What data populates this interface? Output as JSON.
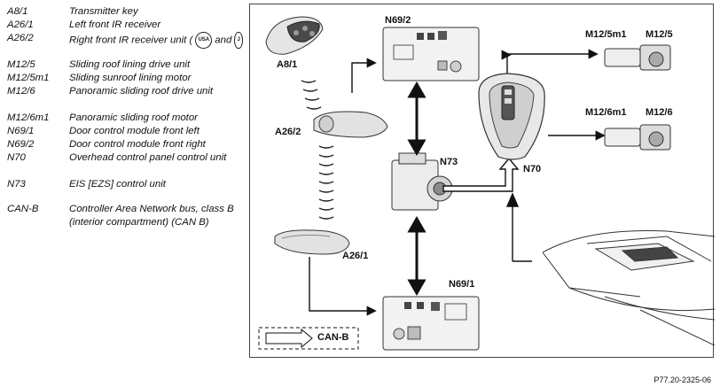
{
  "legend": [
    {
      "code": "A8/1",
      "desc": "Transmitter key"
    },
    {
      "code": "A26/1",
      "desc": "Left front IR receiver"
    },
    {
      "code": "A26/2",
      "desc": "Right front IR receiver unit (",
      "desc2": "and"
    },
    {
      "code": "M12/5",
      "desc": "Sliding roof lining drive unit"
    },
    {
      "code": "M12/5m1",
      "desc": "Sliding sunroof lining motor"
    },
    {
      "code": "M12/6",
      "desc": "Panoramic sliding roof drive unit"
    },
    {
      "code": "M12/6m1",
      "desc": "Panoramic sliding roof motor"
    },
    {
      "code": "N69/1",
      "desc": "Door control module front left"
    },
    {
      "code": "N69/2",
      "desc": "Door control module front right"
    },
    {
      "code": "N70",
      "desc": "Overhead control panel control unit"
    },
    {
      "code": "N73",
      "desc": "EIS [EZS] control unit"
    },
    {
      "code": "CAN-B",
      "desc": "Controller Area Network bus, class B (interior compartment) (CAN B)"
    }
  ],
  "badges": {
    "usa": "USA",
    "other": "J"
  },
  "diagram": {
    "labels": {
      "n69_2": "N69/2",
      "a8_1": "A8/1",
      "a26_2": "A26/2",
      "n73": "N73",
      "a26_1": "A26/1",
      "n69_1": "N69/1",
      "n70": "N70",
      "m12_5m1": "M12/5m1",
      "m12_5": "M12/5",
      "m12_6m1": "M12/6m1",
      "m12_6": "M12/6",
      "canb": "CAN-B"
    }
  },
  "figure_ref": "P77.20-2325-06"
}
